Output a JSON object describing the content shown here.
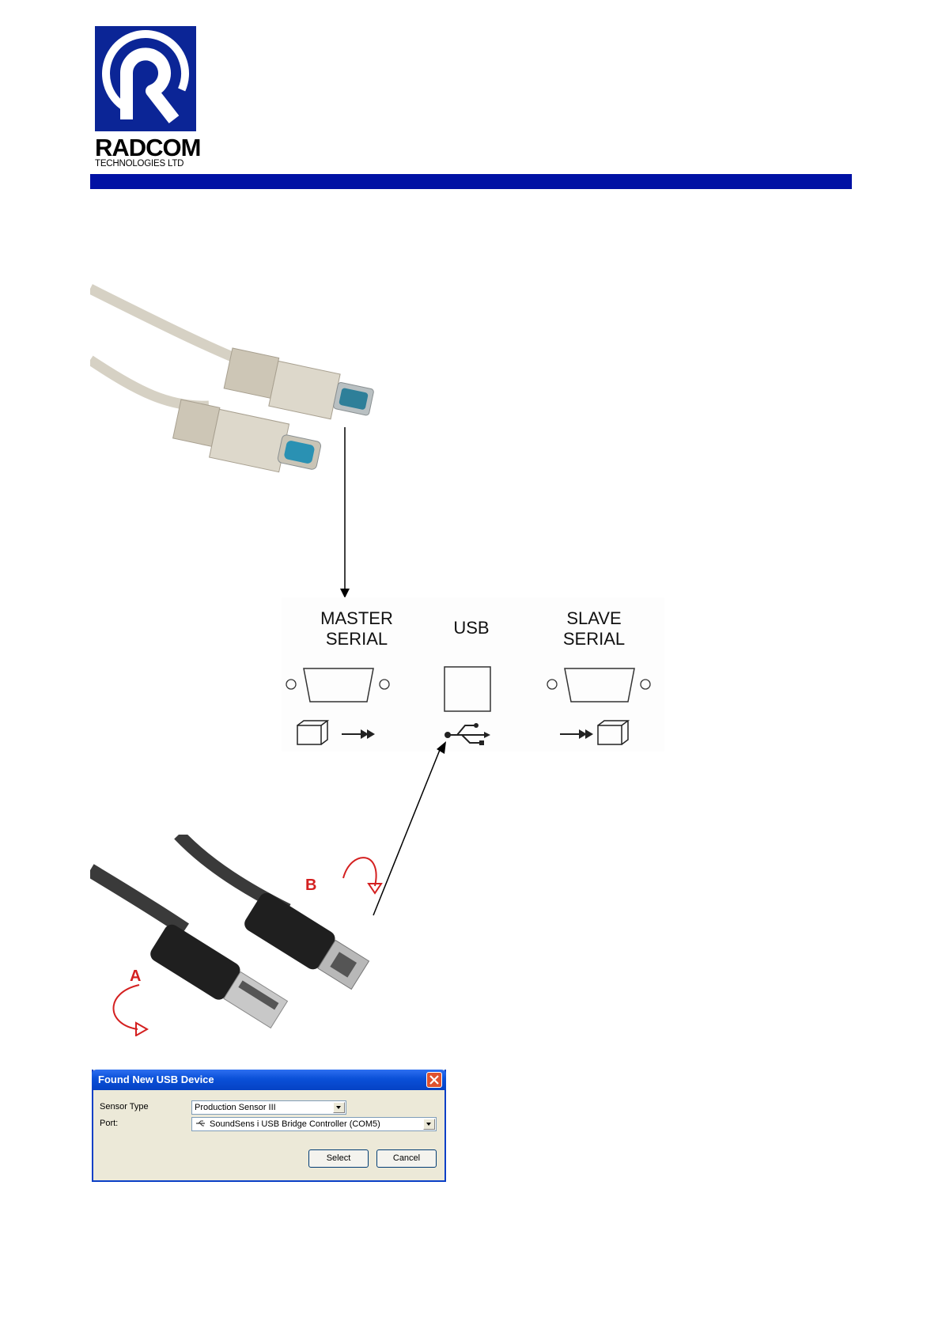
{
  "logo": {
    "name": "RADCOM",
    "subtitle": "TECHNOLOGIES LTD"
  },
  "panel": {
    "master_label": "MASTER\nSERIAL",
    "usb_label": "USB",
    "slave_label": "SLAVE\nSERIAL"
  },
  "usb_cable": {
    "label_a": "A",
    "label_b": "B"
  },
  "dialog": {
    "title": "Found New USB Device",
    "sensor_type_label": "Sensor Type",
    "sensor_type_value": "Production Sensor III",
    "port_label": "Port:",
    "port_value": "SoundSens i USB Bridge Controller (COM5)",
    "select_label": "Select",
    "cancel_label": "Cancel"
  },
  "colors": {
    "brand_blue": "#0011a4",
    "annotation_red": "#d42020"
  }
}
